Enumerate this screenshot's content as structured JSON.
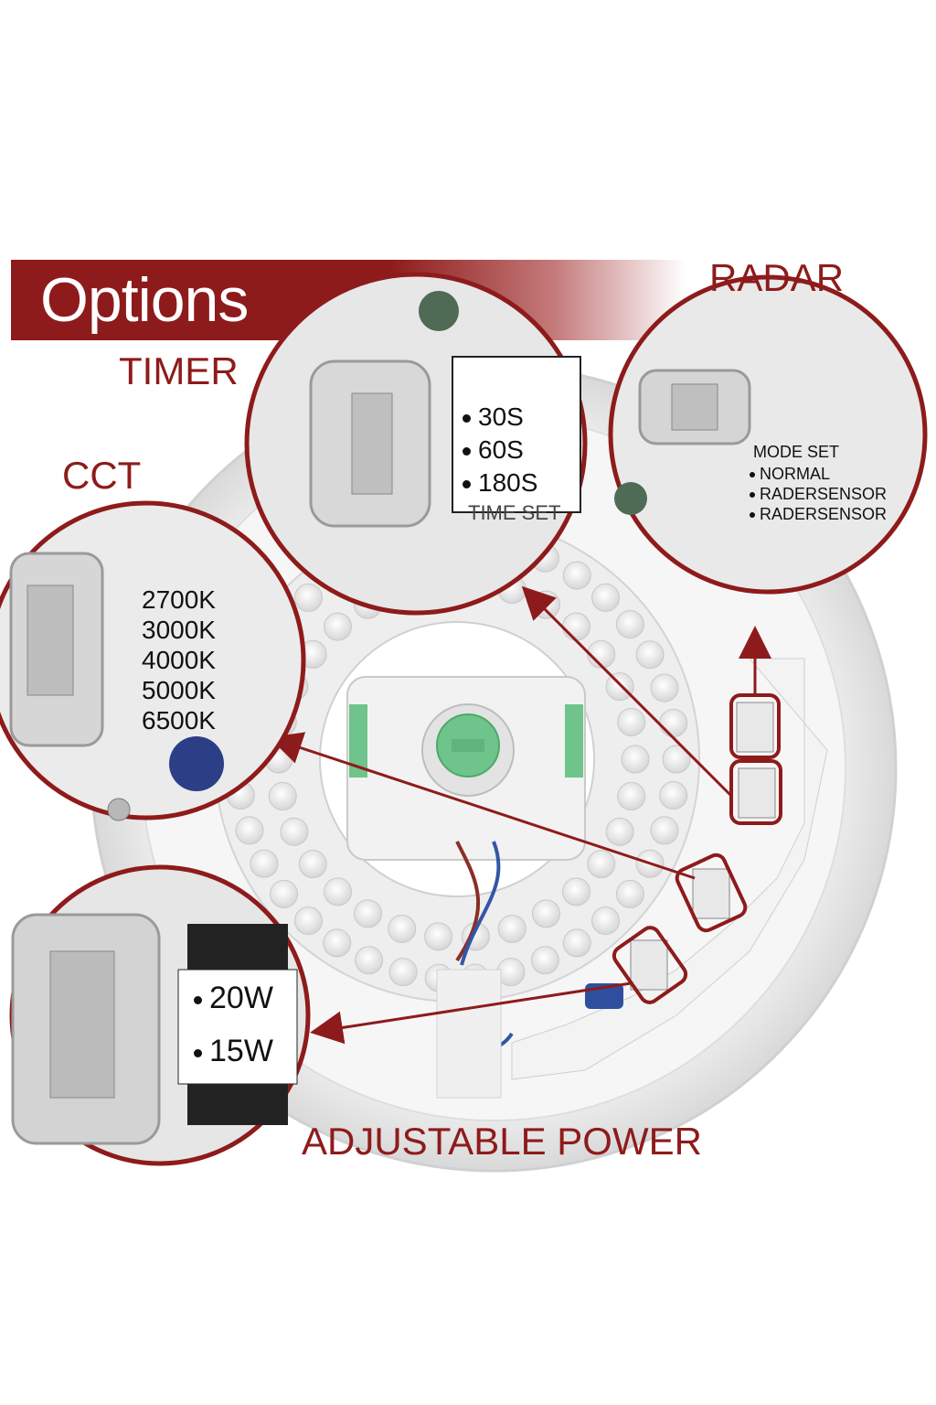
{
  "banner": {
    "title": "Options"
  },
  "callouts": {
    "timer": {
      "label": "TIMER",
      "options": [
        "30S",
        "60S",
        "180S"
      ],
      "footer": "TIME SET"
    },
    "radar": {
      "label": "RADAR",
      "heading": "MODE SET",
      "options": [
        "NORMAL",
        "RADERSENSOR",
        "RADERSENSOR"
      ]
    },
    "cct": {
      "label": "CCT",
      "options": [
        "2700K",
        "3000K",
        "4000K",
        "5000K",
        "6500K"
      ]
    },
    "power": {
      "label": "ADJUSTABLE POWER",
      "options": [
        "20W",
        "15W"
      ]
    }
  },
  "colors": {
    "accent": "#8e1b1b",
    "board": "#f1f1f1",
    "led_lens": "#e6e6e6",
    "hub_green": "#6ec48a"
  }
}
